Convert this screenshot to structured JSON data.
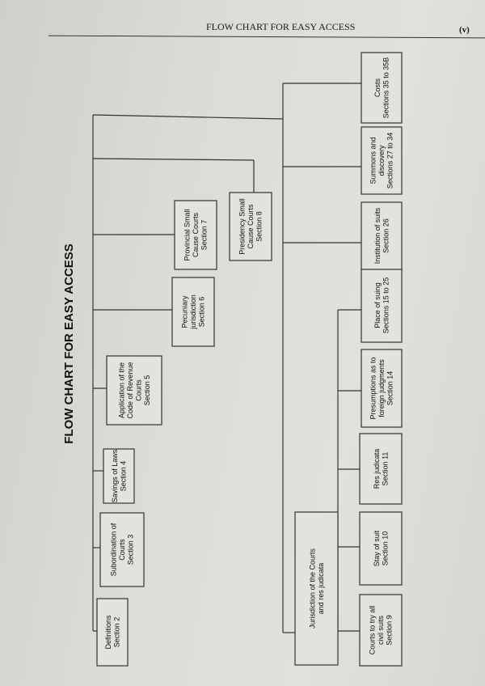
{
  "header": {
    "title": "FLOW CHART FOR EASY ACCESS",
    "page": "(v)"
  },
  "diagram": {
    "title": "FLOW CHART FOR EASY ACCESS",
    "nodes": [
      {
        "id": "definitions",
        "lines": [
          "Definitions",
          "Section 2"
        ]
      },
      {
        "id": "subordination",
        "lines": [
          "Subordination of",
          "Courts",
          "Section 3"
        ]
      },
      {
        "id": "savings",
        "lines": [
          "Savings of Laws",
          "Section 4"
        ]
      },
      {
        "id": "application",
        "lines": [
          "Application of the",
          "Code of Revenue",
          "Courts",
          "Section 5"
        ]
      },
      {
        "id": "pecuniary",
        "lines": [
          "Pecuniary",
          "jurisdiction",
          "Section 6"
        ]
      },
      {
        "id": "provincial",
        "lines": [
          "Provincial Small",
          "Cause Courts",
          "Section 7"
        ]
      },
      {
        "id": "presidency",
        "lines": [
          "Presidency Small",
          "Cause Courts",
          "Section 8"
        ]
      },
      {
        "id": "jurisdiction",
        "lines": [
          "Jurisdiction of the Courts",
          "and res judicata"
        ]
      },
      {
        "id": "courts",
        "lines": [
          "Courts to try all",
          "civil suits",
          "Section 9"
        ]
      },
      {
        "id": "stay",
        "lines": [
          "Stay of suit",
          "Section 10"
        ]
      },
      {
        "id": "res-judicata",
        "lines": [
          "Res judicata",
          "Section 11"
        ]
      },
      {
        "id": "presumptions",
        "lines": [
          "Presumptions as to",
          "foreign judgments",
          "Section 14"
        ]
      },
      {
        "id": "place",
        "lines": [
          "Place of suing",
          "Sections 15 to 25"
        ]
      },
      {
        "id": "institution",
        "lines": [
          "Institution of suits",
          "Section 26"
        ]
      },
      {
        "id": "summons",
        "lines": [
          "Summons and",
          "discovery",
          "Sections 27 to 34"
        ]
      },
      {
        "id": "costs",
        "lines": [
          "Costs",
          "Sections 35 to 35B"
        ]
      }
    ]
  }
}
